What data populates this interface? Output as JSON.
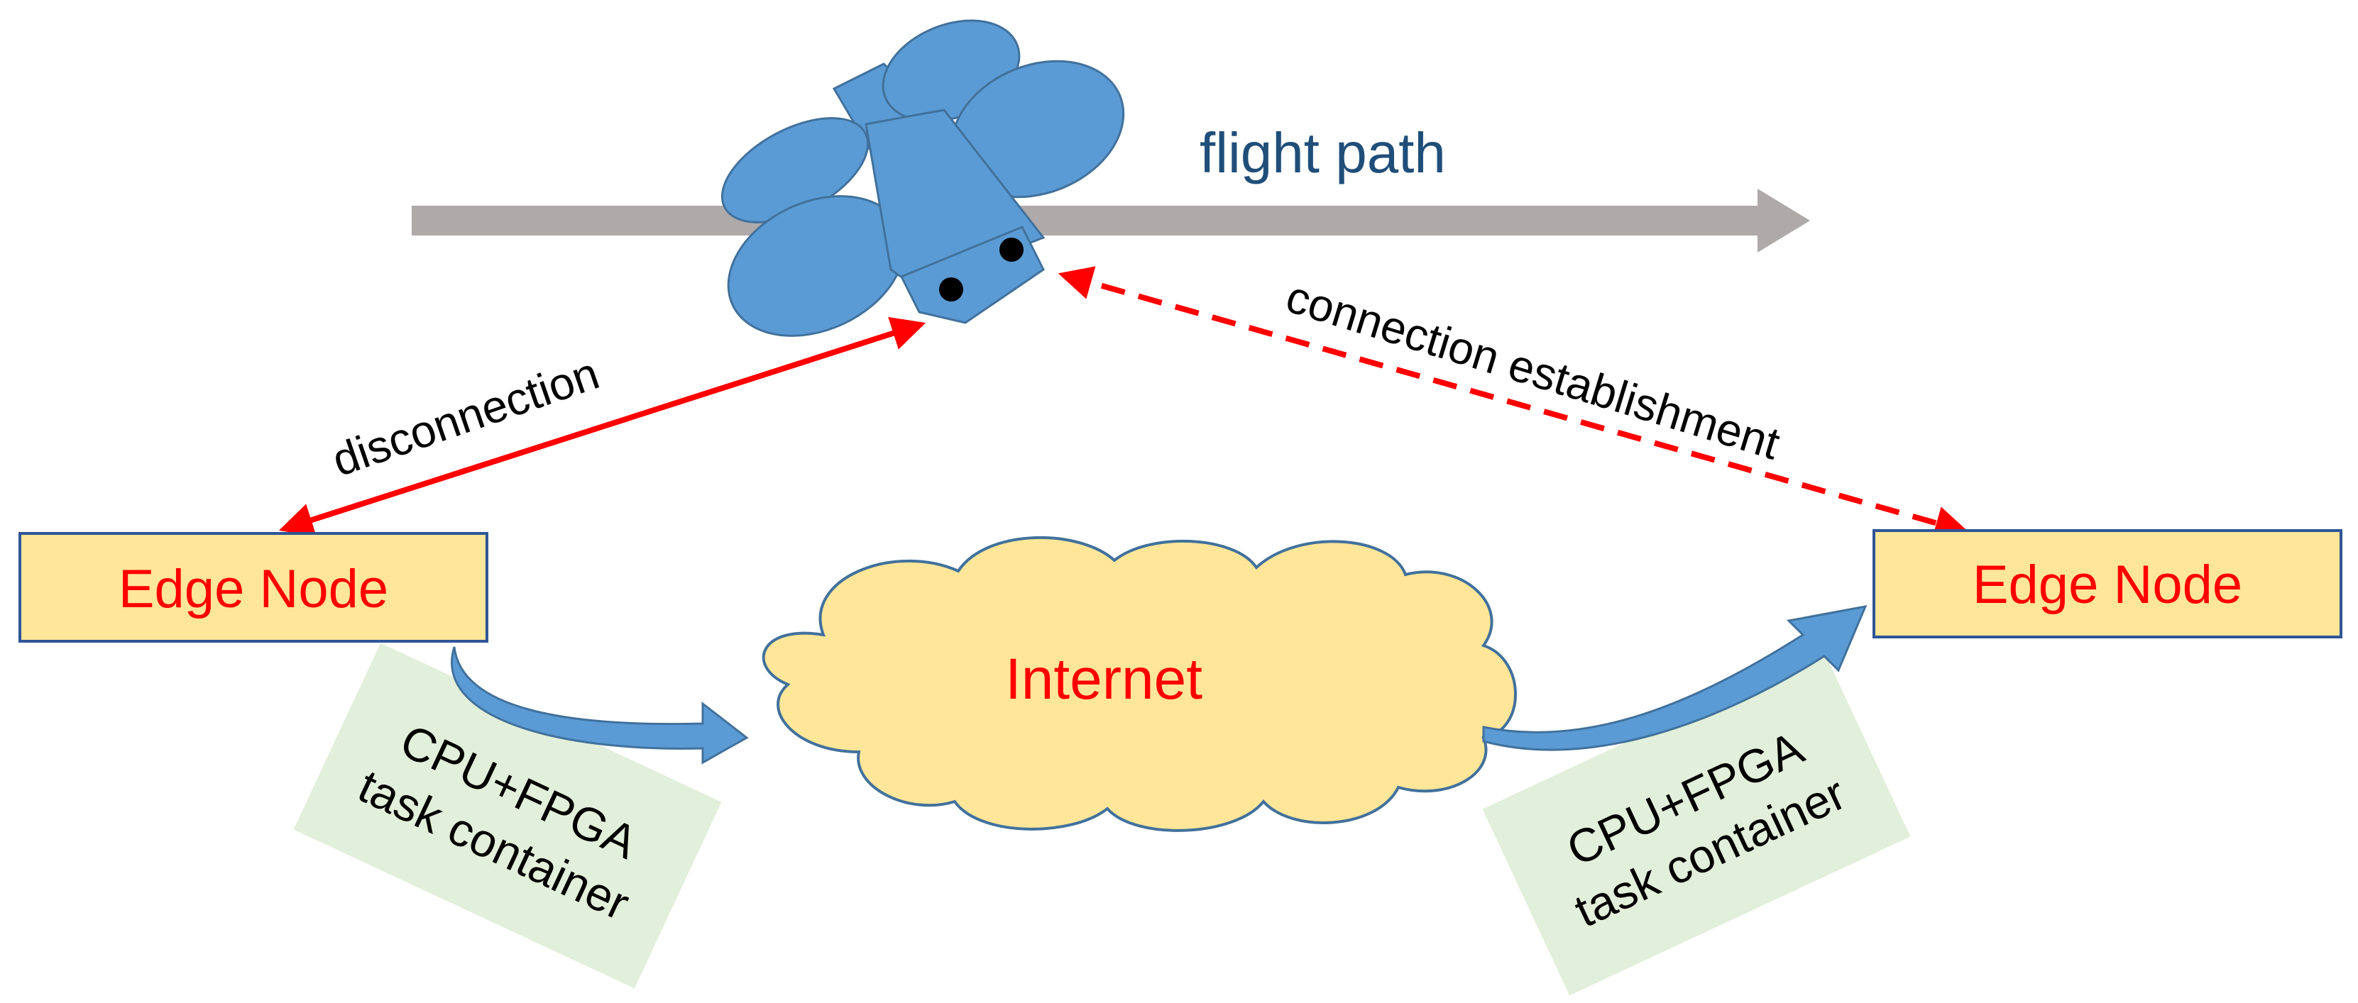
{
  "flight_path": {
    "label": "flight path"
  },
  "links": {
    "disconnection": "disconnection",
    "connection_establishment": "connection establishment"
  },
  "edge_nodes": [
    {
      "label": "Edge Node"
    },
    {
      "label": "Edge Node"
    }
  ],
  "internet": {
    "label": "Internet"
  },
  "task_containers": [
    {
      "line1": "CPU+FPGA",
      "line2": "task container"
    },
    {
      "line1": "CPU+FPGA",
      "line2": "task container"
    }
  ],
  "colors": {
    "satellite": "#5B9BD5",
    "satellite_outline": "#41719C",
    "flight_path_arrow": "#AEAAAA",
    "flight_path_text": "#1F4E79",
    "link_red": "#FF0000",
    "node_fill": "#FFE699",
    "node_border": "#2E5597",
    "cloud_fill": "#FFE699",
    "cloud_border": "#41719C",
    "container_fill": "#E2EFDA",
    "migration_arrow": "#5B9BD5"
  }
}
